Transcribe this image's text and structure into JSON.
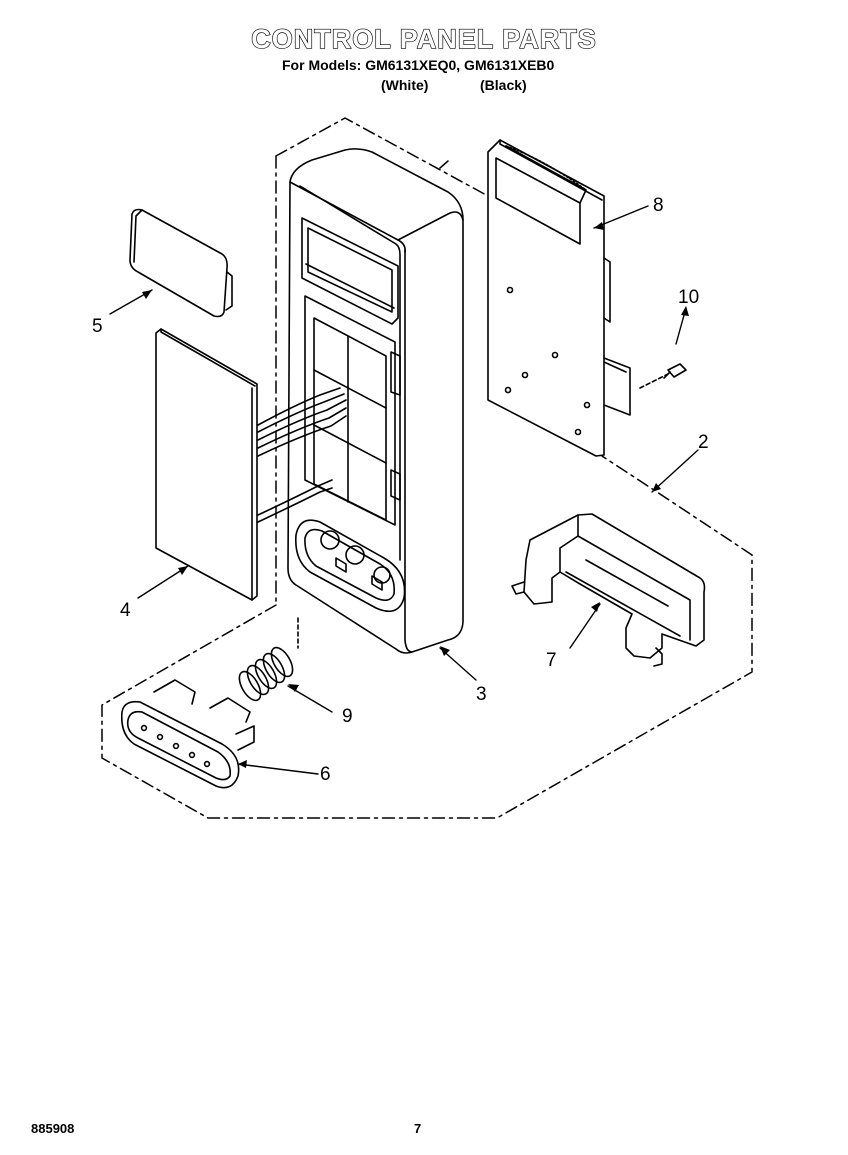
{
  "header": {
    "title": "CONTROL PANEL PARTS",
    "models_line": "For Models: GM6131XEQ0, GM6131XEB0",
    "variant_white": "(White)",
    "variant_black": "(Black)"
  },
  "callouts": {
    "c2": "2",
    "c3": "3",
    "c4": "4",
    "c5": "5",
    "c6": "6",
    "c7": "7",
    "c8": "8",
    "c9": "9",
    "c10": "10"
  },
  "footer": {
    "doc_number": "885908",
    "page_number": "7"
  }
}
